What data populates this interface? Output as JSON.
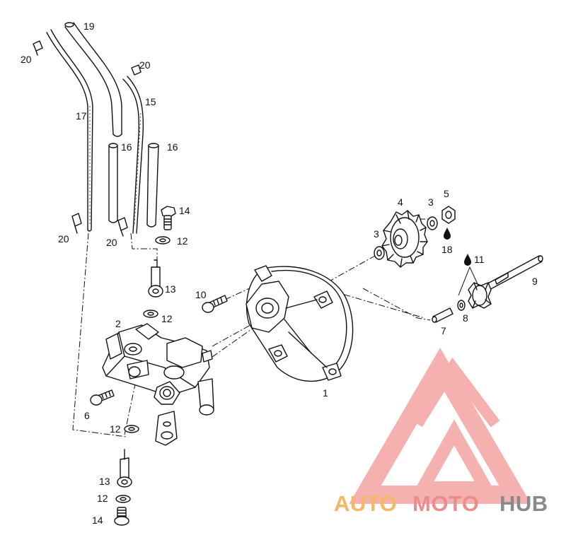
{
  "callouts": {
    "p1": "1",
    "p2": "2",
    "p3a": "3",
    "p3b": "3",
    "p4": "4",
    "p5": "5",
    "p6": "6",
    "p7": "7",
    "p8": "8",
    "p9": "9",
    "p10": "10",
    "p11": "11",
    "p12a": "12",
    "p12b": "12",
    "p12c": "12",
    "p12d": "12",
    "p13a": "13",
    "p13b": "13",
    "p14a": "14",
    "p14b": "14",
    "p15": "15",
    "p16a": "16",
    "p16b": "16",
    "p17": "17",
    "p18": "18",
    "p19": "19",
    "p20a": "20",
    "p20b": "20",
    "p20c": "20",
    "p20d": "20"
  },
  "watermark": {
    "part1": "AUTO",
    "part2": "MOTO",
    "part3": "HUB",
    "colors": {
      "auto": "#f3b766",
      "moto": "#ec8d8d",
      "hub": "#8a8a8a",
      "logo": "#f4a3a3"
    }
  },
  "icons": [
    "oil-drop-icon",
    "brand-logo"
  ]
}
